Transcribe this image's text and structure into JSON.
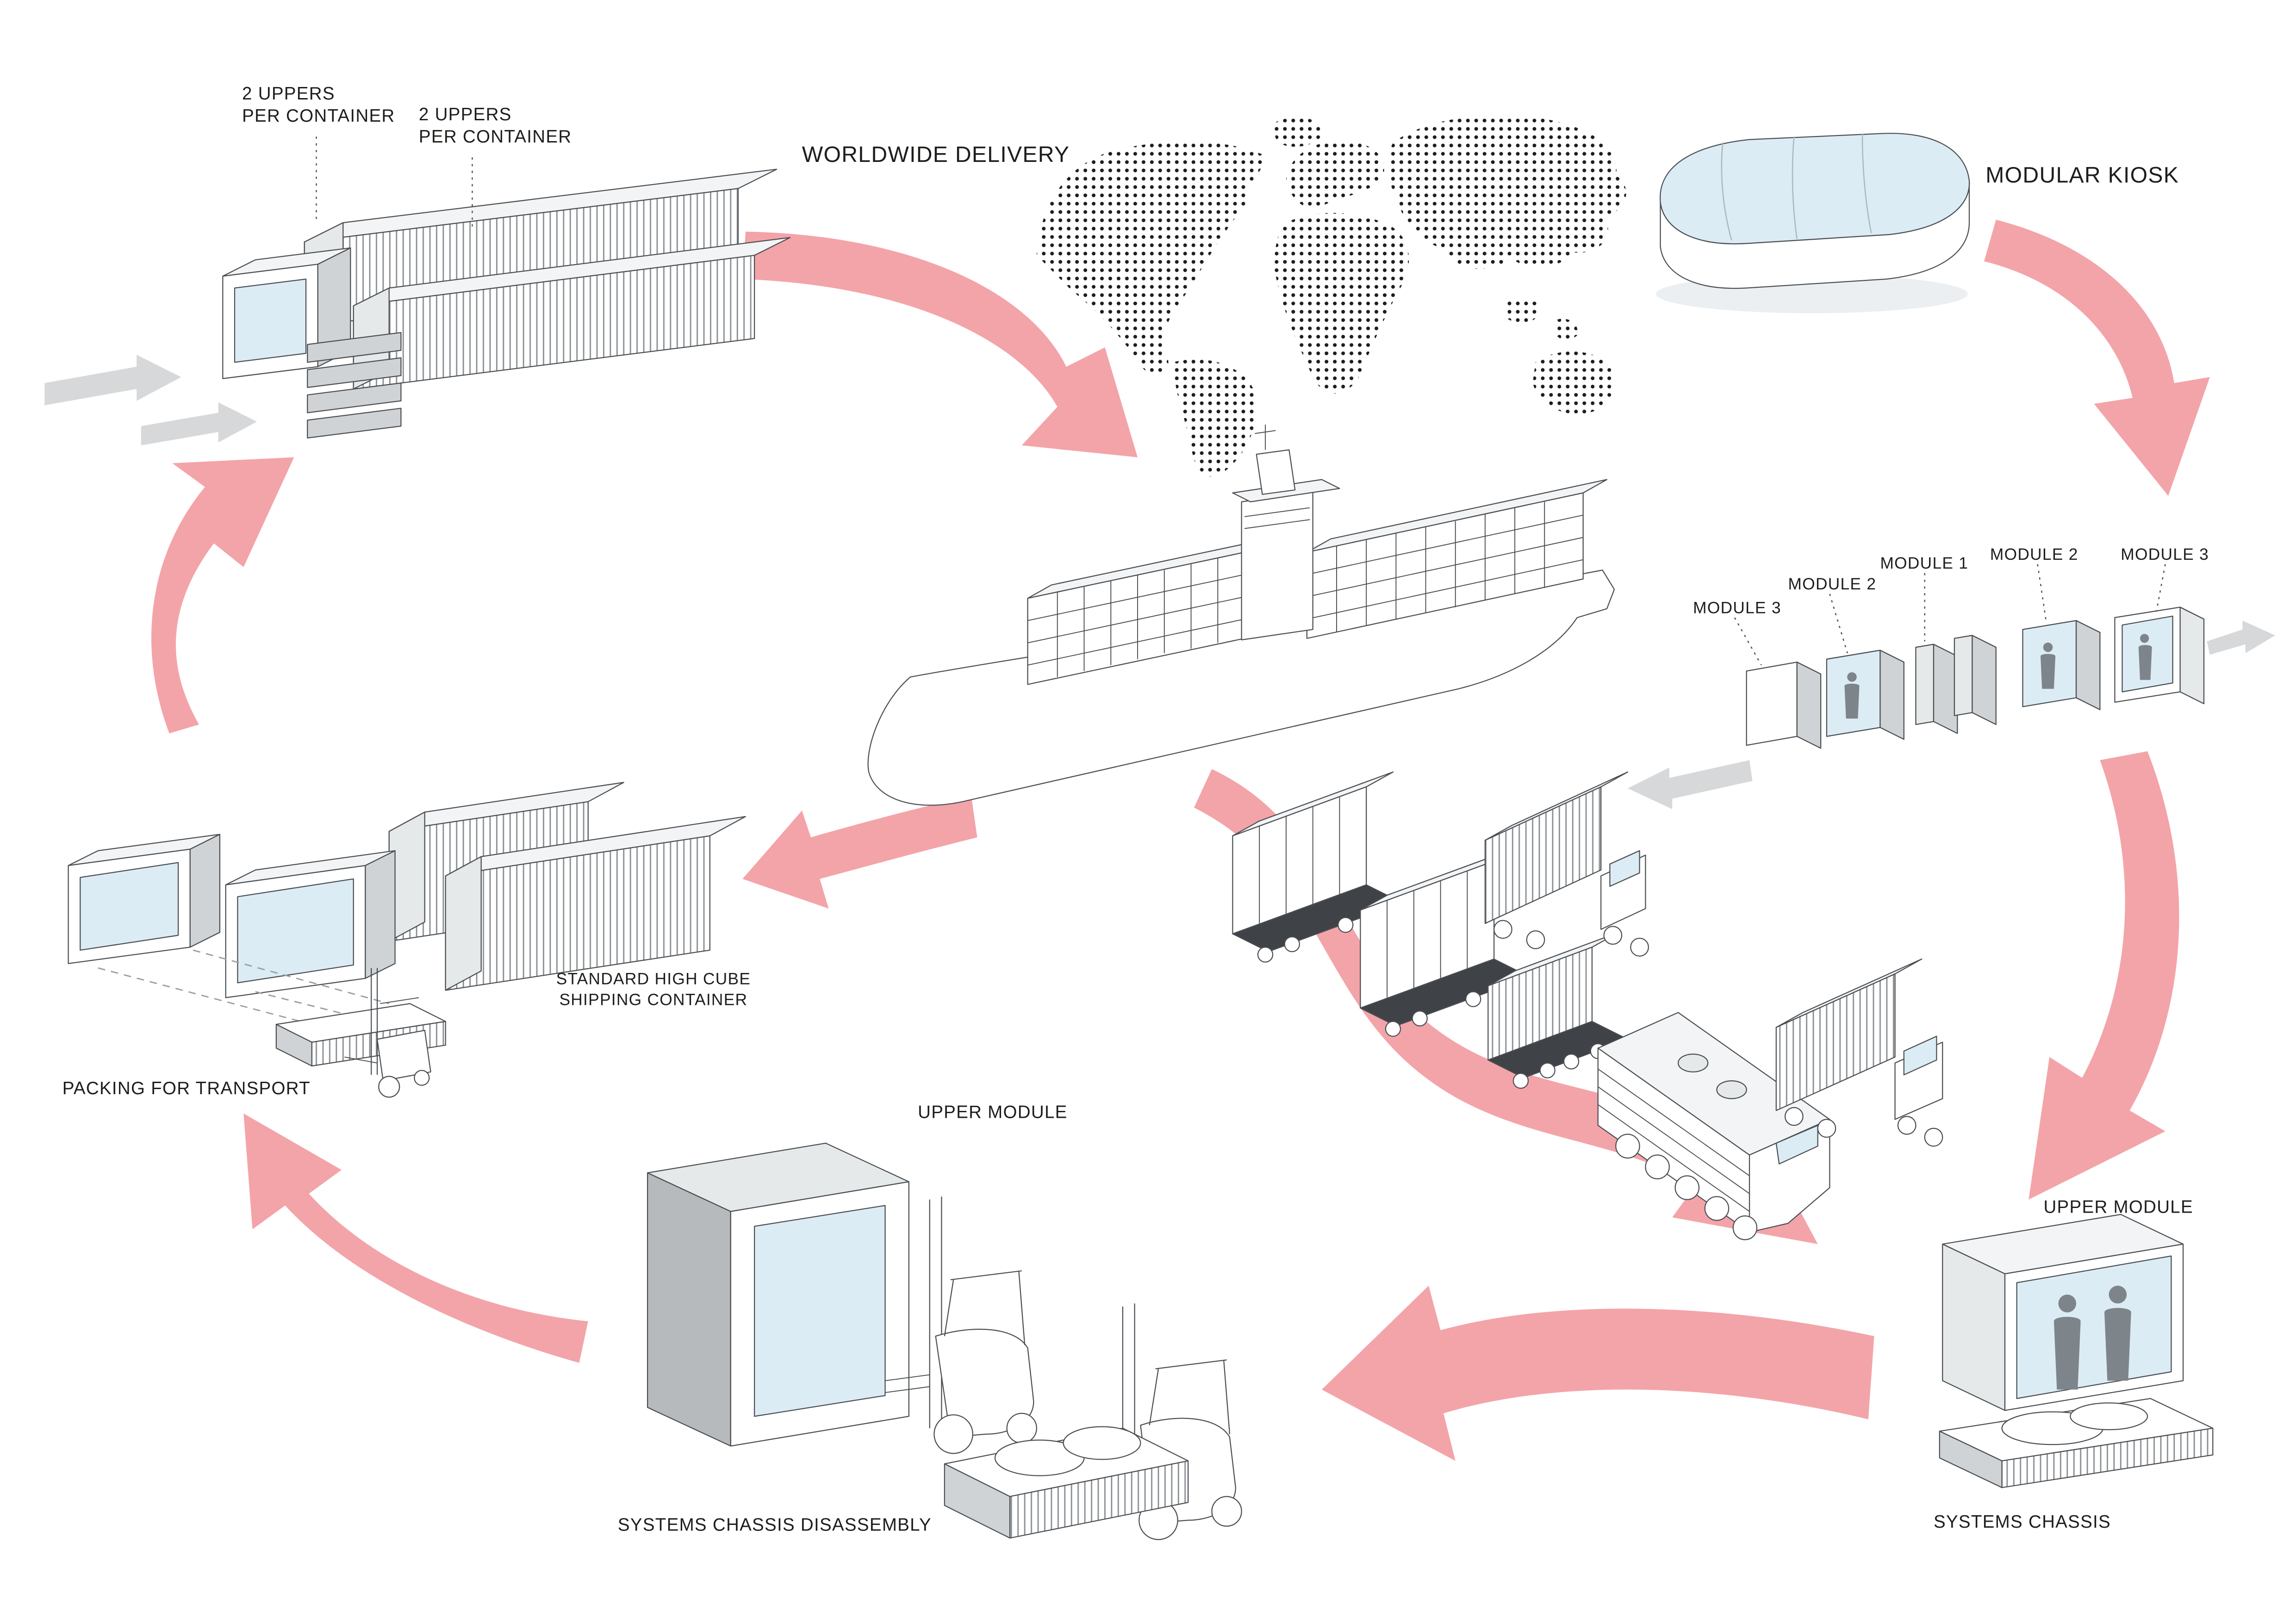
{
  "colors": {
    "arrow_pink": "#f3a4a9",
    "line": "#4a4e52",
    "glass_blue": "#dcecf4",
    "gray_fill": "#cfd3d5",
    "map_dot": "#1d1d1b",
    "background": "#ffffff"
  },
  "labels": {
    "uppers_1": "2 UPPERS\nPER CONTAINER",
    "uppers_2": "2 UPPERS\nPER CONTAINER",
    "worldwide_delivery": "WORLDWIDE DELIVERY",
    "modular_kiosk": "MODULAR KIOSK",
    "modules": [
      "MODULE 3",
      "MODULE 2",
      "MODULE 1",
      "MODULE 2",
      "MODULE 3"
    ],
    "standard_container": "STANDARD HIGH CUBE\nSHIPPING CONTAINER",
    "packing_for_transport": "PACKING FOR TRANSPORT",
    "upper_module_center": "UPPER MODULE",
    "upper_module_right": "UPPER MODULE",
    "systems_chassis": "SYSTEMS CHASSIS",
    "systems_chassis_disassembly": "SYSTEMS CHASSIS DISASSEMBLY"
  }
}
